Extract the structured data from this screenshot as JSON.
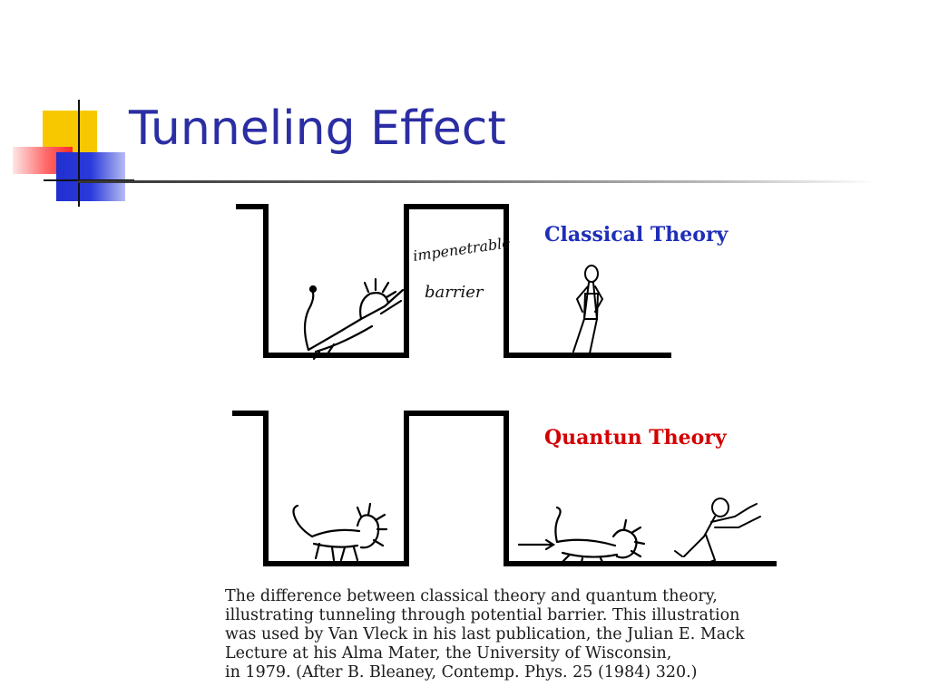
{
  "slide": {
    "title": "Tunneling Effect"
  },
  "figure": {
    "classical": {
      "label": "Classical Theory",
      "barrier_label_line1": "impenetrable",
      "barrier_label_line2": "barrier",
      "label_color": "#1f2fb8"
    },
    "quantum": {
      "label": "Quantun Theory",
      "label_color": "#d40000"
    }
  },
  "caption": {
    "lines": [
      "The difference between classical theory and quantum theory,",
      "illustrating tunneling through potential barrier.  This illustration",
      "was used by Van Vleck in his last publication, the Julian E. Mack",
      "Lecture at his Alma Mater, the University of Wisconsin,",
      "in 1979. (After B. Bleaney, Contemp. Phys. 25 (1984) 320.)"
    ]
  },
  "colors": {
    "title": "#2b2ea3",
    "accent_yellow": "#f7c800",
    "accent_red": "#ff2a2a",
    "accent_blue": "#1f2fd0"
  }
}
